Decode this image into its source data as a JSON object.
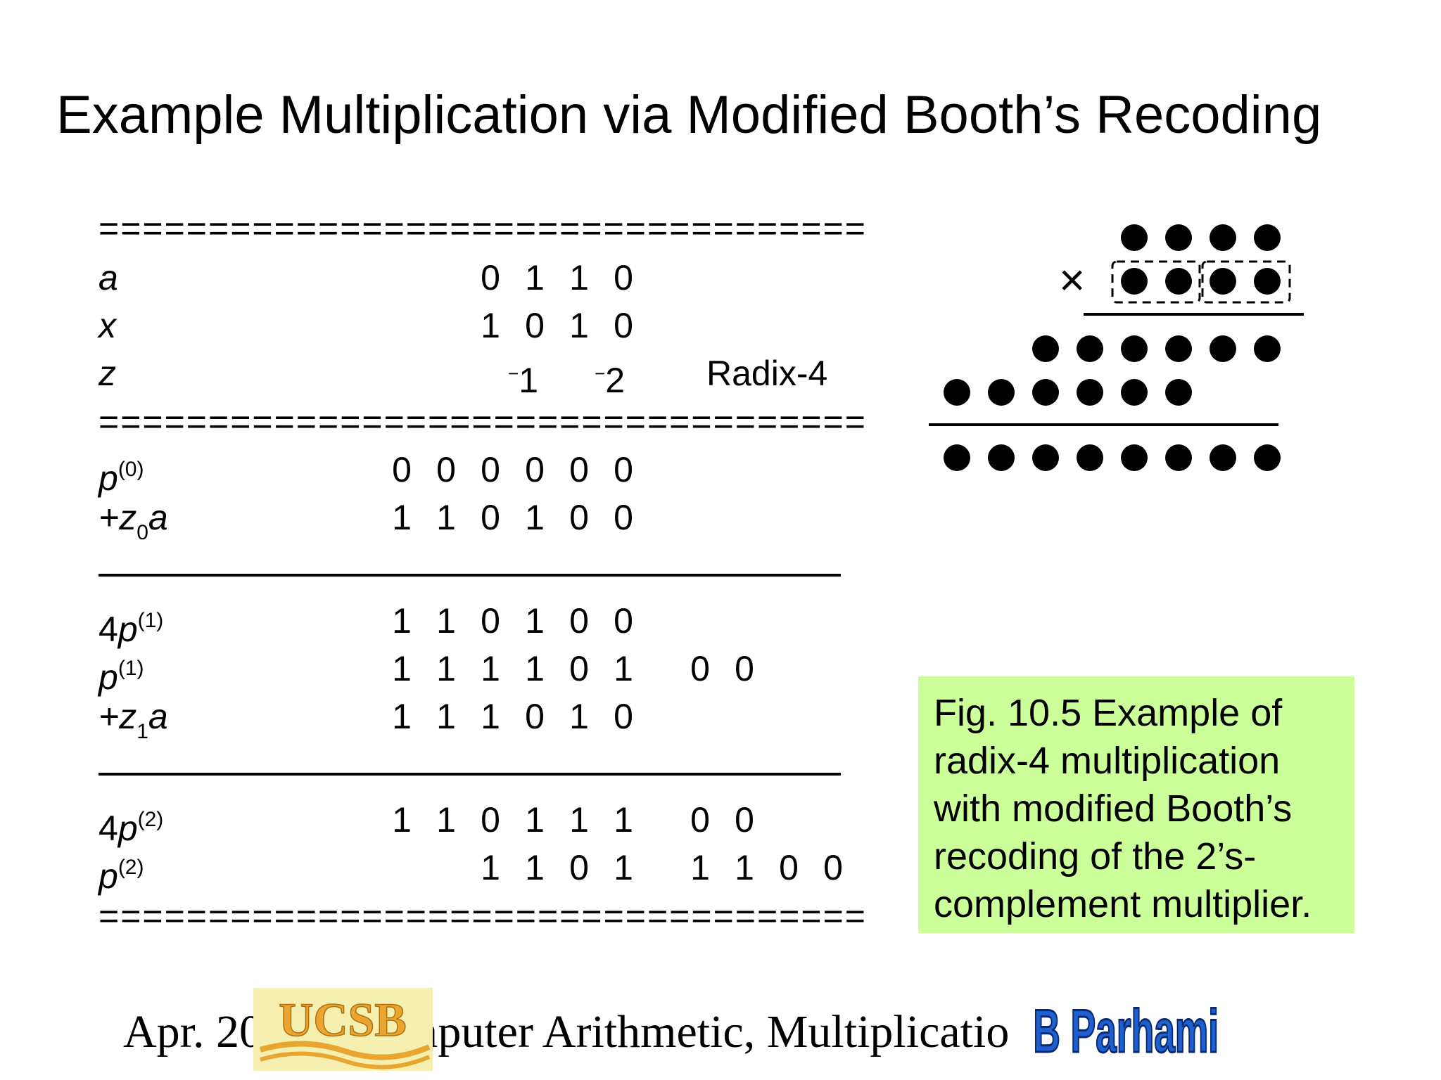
{
  "title": "Example Multiplication via Modified Booth’s Recoding",
  "double_rule": "===================================",
  "rows": {
    "a": {
      "label": "a",
      "digits": [
        "0",
        "1",
        "1",
        "0"
      ]
    },
    "x": {
      "label": "x",
      "digits": [
        "1",
        "0",
        "1",
        "0"
      ]
    },
    "z": {
      "label": "z",
      "value1": "1",
      "value2": "2",
      "radix": "Radix-4"
    },
    "p0": {
      "label": "p",
      "sup": "(0)",
      "digits": [
        "0",
        "0",
        "0",
        "0",
        "0",
        "0"
      ]
    },
    "z0a": {
      "prefix": "+z",
      "sub": "0",
      "suffix": "a",
      "digits": [
        "1",
        "1",
        "0",
        "1",
        "0",
        "0"
      ]
    },
    "p1x4": {
      "prefix": "4",
      "label": "p",
      "sup": "(1)",
      "digits": [
        "1",
        "1",
        "0",
        "1",
        "0",
        "0"
      ]
    },
    "p1": {
      "label": "p",
      "sup": "(1)",
      "digits": [
        "1",
        "1",
        "1",
        "1",
        "0",
        "1"
      ],
      "tail": [
        "0",
        "0"
      ]
    },
    "z1a": {
      "prefix": "+z",
      "sub": "1",
      "suffix": "a",
      "digits": [
        "1",
        "1",
        "1",
        "0",
        "1",
        "0"
      ]
    },
    "p2x4": {
      "prefix": "4",
      "label": "p",
      "sup": "(2)",
      "digits": [
        "1",
        "1",
        "0",
        "1",
        "1",
        "1"
      ],
      "tail": [
        "0",
        "0"
      ]
    },
    "p2": {
      "label": "p",
      "sup": "(2)",
      "digits": [
        "1",
        "1",
        "0",
        "1"
      ],
      "tail": [
        "1",
        "1",
        "0",
        "0"
      ]
    }
  },
  "dot_diagram": {
    "times_symbol": "×"
  },
  "caption": {
    "lines": [
      "Fig. 10.5   Example of",
      "radix-4 multiplication",
      "with modified Booth’s",
      "recoding of the 2’s-",
      "complement multiplier."
    ],
    "color": "#ccff99"
  },
  "footer": {
    "text": "Apr. 20            mputer Arithmetic, Multiplicatio",
    "logo_ucsb": "UCSB",
    "logo_parhami": "B Parhami"
  }
}
